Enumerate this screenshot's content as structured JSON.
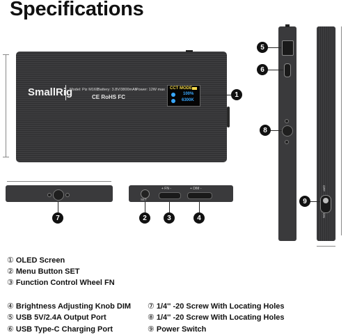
{
  "title": "Specifications",
  "device": {
    "brand": "SmallRig",
    "model_line": "Model: Piz M160",
    "battery_line": "Battery: 3.8V/3800mAh",
    "power_line": "Power: 12W max",
    "cert": "CE RoHS FC",
    "screen": {
      "mode": "CCT MODE",
      "percent": "100%",
      "kelvin": "6300K"
    },
    "labels": {
      "set": "SET",
      "fn": "+ FN -",
      "dim": "+ DIM -",
      "off": "OFF",
      "on": "ON"
    }
  },
  "callouts": [
    "1",
    "2",
    "3",
    "4",
    "5",
    "6",
    "7",
    "8",
    "9"
  ],
  "legend": [
    {
      "num": "①",
      "text": "OLED Screen"
    },
    {
      "num": "②",
      "text": "Menu Button SET"
    },
    {
      "num": "③",
      "text": "Function Control Wheel FN"
    },
    {
      "num": "④",
      "text": "Brightness Adjusting Knob DIM"
    },
    {
      "num": "⑤",
      "text": "USB 5V/2.4A Output Port"
    },
    {
      "num": "⑥",
      "text": "USB Type-C Charging Port"
    },
    {
      "num": "⑦",
      "text": "1/4'' -20 Screw With Locating Holes"
    },
    {
      "num": "⑧",
      "text": "1/4'' -20 Screw With Locating Holes"
    },
    {
      "num": "⑨",
      "text": "Power Switch"
    }
  ]
}
